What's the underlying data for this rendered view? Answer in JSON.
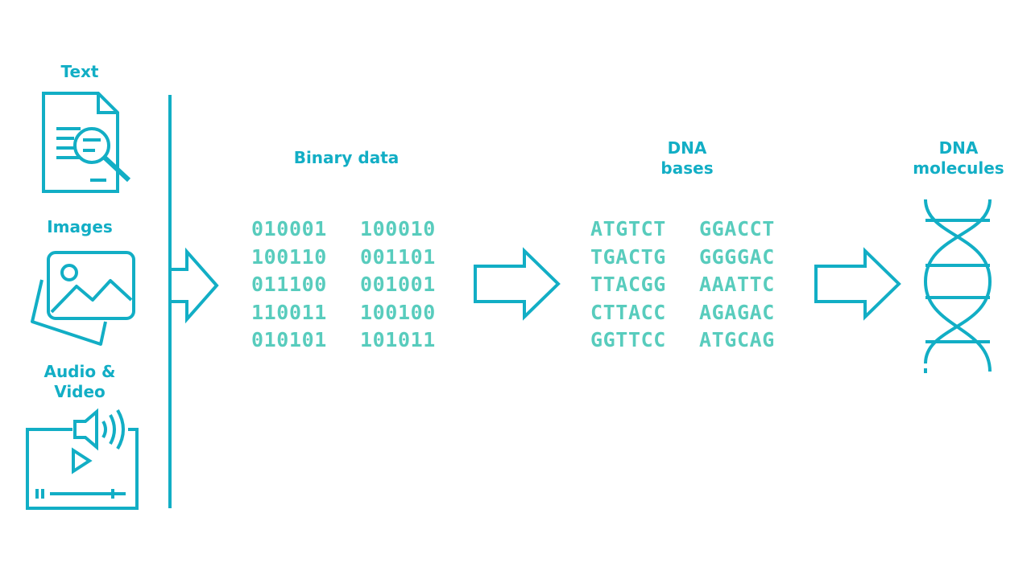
{
  "colors": {
    "primary": "#12aec5",
    "code": "#58ccbd",
    "background": "#ffffff"
  },
  "sources": [
    {
      "label": "Text",
      "icon": "document-magnifier-icon"
    },
    {
      "label": "Images",
      "icon": "photo-gallery-icon"
    },
    {
      "label": "Audio &\nVideo",
      "icon": "video-player-speaker-icon"
    }
  ],
  "stages": {
    "binary": {
      "label": "Binary data",
      "col1": [
        "010001",
        "100110",
        "011100",
        "110011",
        "010101"
      ],
      "col2": [
        "100010",
        "001101",
        "001001",
        "100100",
        "101011"
      ]
    },
    "bases": {
      "label": "DNA\nbases",
      "col1": [
        "ATGTCT",
        "TGACTG",
        "TTACGG",
        "CTTACC",
        "GGTTCC"
      ],
      "col2": [
        "GGACCT",
        "GGGGAC",
        "AAATTC",
        "AGAGAC",
        "ATGCAG"
      ]
    },
    "molecules": {
      "label": "DNA\nmolecules",
      "icon": "dna-double-helix-icon"
    }
  }
}
